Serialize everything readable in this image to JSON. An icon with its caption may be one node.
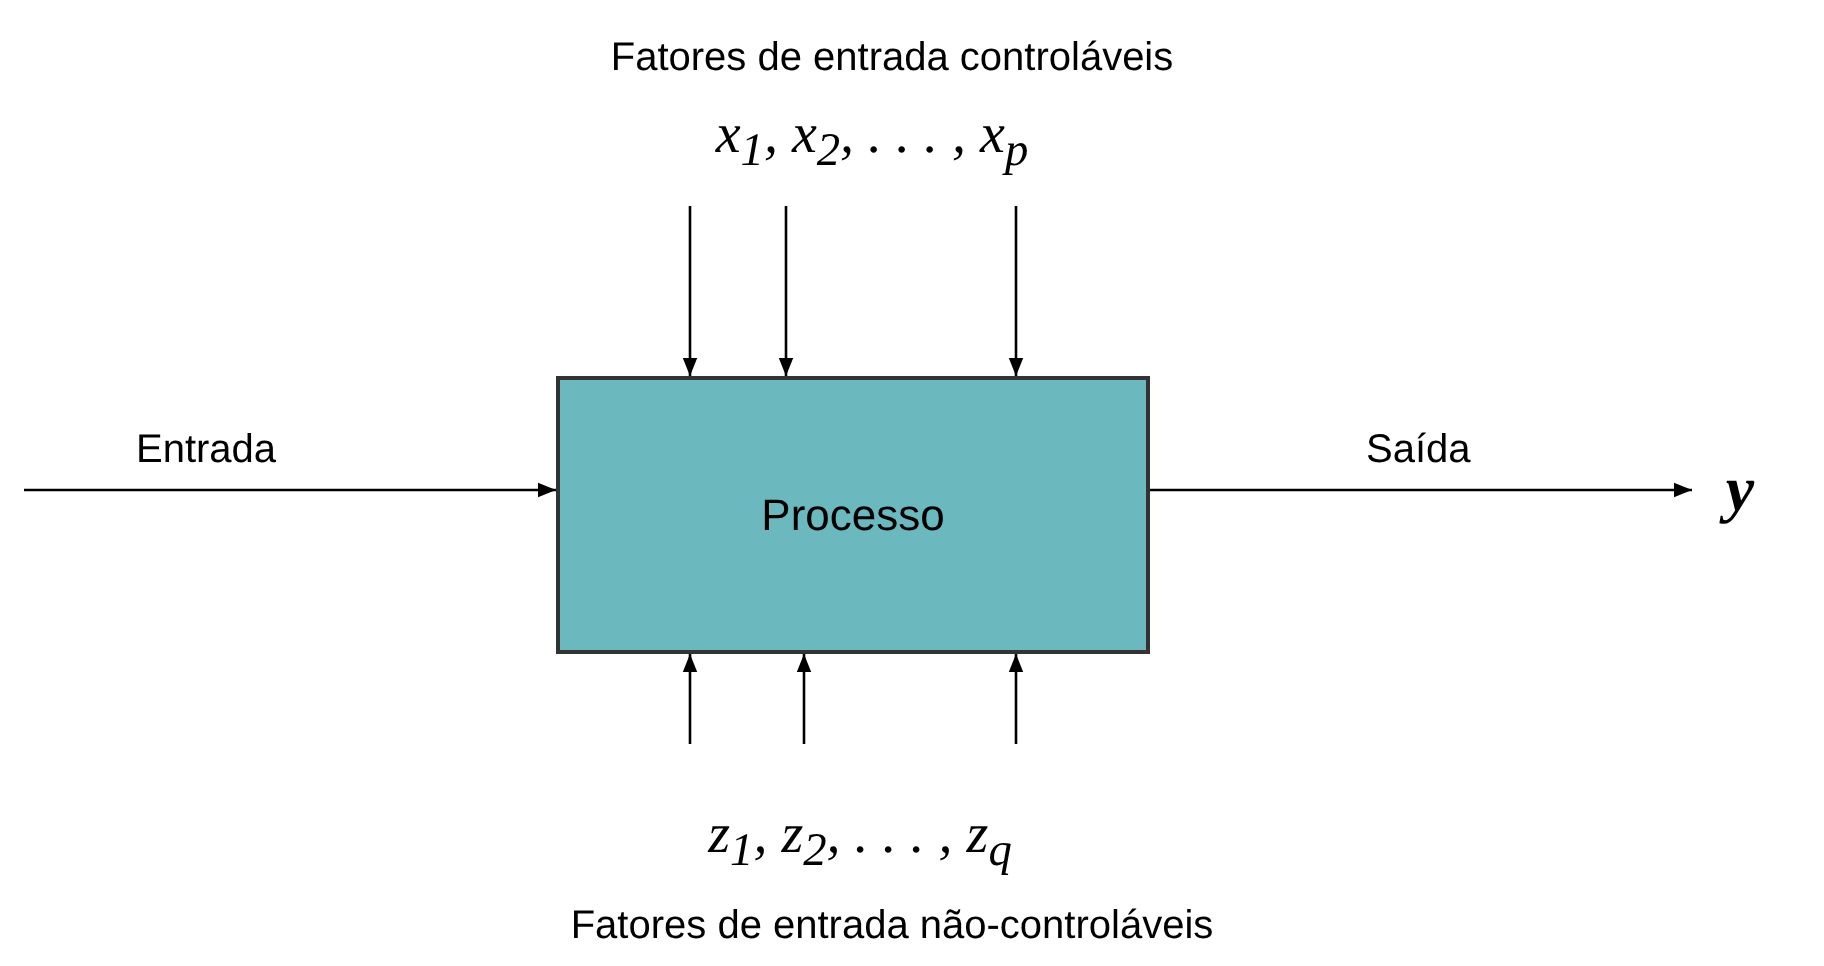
{
  "diagram": {
    "nodes": [
      {
        "text": [
          "Processo"
        ]
      },
      {
        "text": [
          "y"
        ]
      }
    ],
    "edges": [
      {
        "from": null,
        "to": 0,
        "arrow": "to",
        "label": "Entrada"
      },
      {
        "from": 0,
        "to": 1,
        "arrow": "to",
        "label": "Saída"
      },
      {
        "from": null,
        "to": 0,
        "arrow": "to"
      },
      {
        "from": null,
        "to": 0,
        "arrow": "to"
      },
      {
        "from": null,
        "to": 0,
        "arrow": "to"
      },
      {
        "from": null,
        "to": 0,
        "arrow": "to"
      },
      {
        "from": null,
        "to": 0,
        "arrow": "to"
      },
      {
        "from": null,
        "to": 0,
        "arrow": "to"
      }
    ],
    "labels": [
      "Fatores de entrada controláveis",
      "x$_{1}$, x$_{2}$, . . . , x$_{p}$",
      "z$_{1}$, z$_{2}$, . . . , z$_{q}$",
      "Fatores de entrada não-controláveis"
    ]
  }
}
